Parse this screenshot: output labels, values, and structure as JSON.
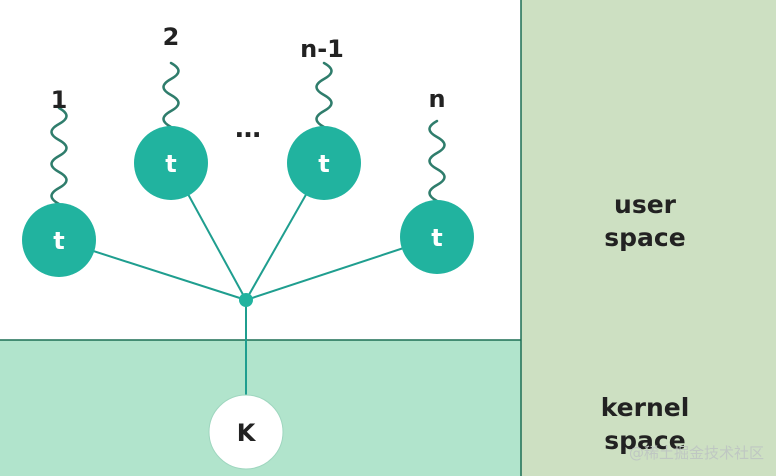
{
  "colors": {
    "user_area_bg": "#ffffff",
    "kernel_area_bg": "#b1e4cc",
    "right_panel_bg": "#cde0c2",
    "border": "#1d6e55",
    "thread_fill": "#21b39f",
    "thread_text": "#ffffff",
    "connector": "#1f9e8f",
    "wavy_line": "#2f7d6c",
    "kernel_fill": "#ffffff",
    "text_dark": "#222222",
    "watermark": "#bfc7c2"
  },
  "threads": [
    {
      "index_label": "1",
      "node_label": "t"
    },
    {
      "index_label": "2",
      "node_label": "t"
    },
    {
      "index_label": "n-1",
      "node_label": "t"
    },
    {
      "index_label": "n",
      "node_label": "t"
    }
  ],
  "ellipsis": "…",
  "kernel_node_label": "K",
  "regions": {
    "user": {
      "line1": "user",
      "line2": "space"
    },
    "kernel": {
      "line1": "kernel",
      "line2": "space"
    }
  },
  "watermark": "@稀土掘金技术社区"
}
